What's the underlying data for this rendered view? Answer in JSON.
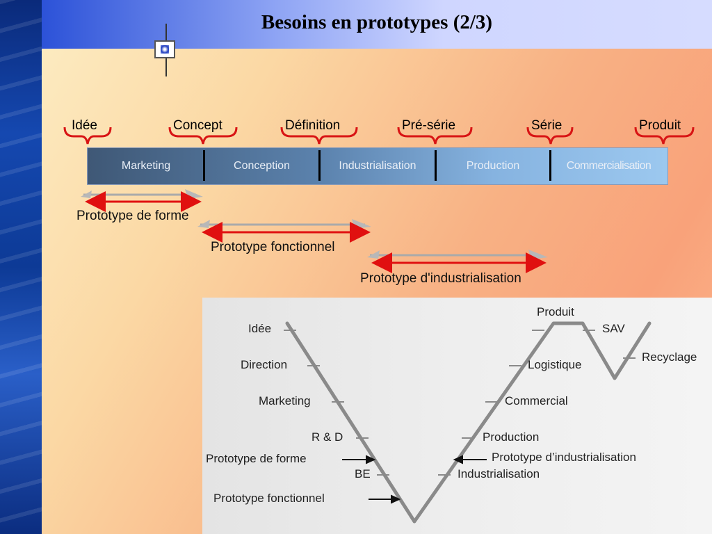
{
  "title": "Besoins en prototypes (2/3)",
  "phases": {
    "idee": "Idée",
    "concept": "Concept",
    "definition": "Définition",
    "preserie": "Pré-série",
    "serie": "Série",
    "produit": "Produit"
  },
  "segments": {
    "marketing": "Marketing",
    "conception": "Conception",
    "industrialisation": "Industrialisation",
    "production": "Production",
    "commercialisation": "Commercialisation"
  },
  "prototypes": {
    "forme": "Prototype de forme",
    "fonctionnel": "Prototype fonctionnel",
    "industrialisation": "Prototype d'industrialisation"
  },
  "v_cycle": {
    "idee": "Idée",
    "direction": "Direction",
    "marketing": "Marketing",
    "rd": "R & D",
    "proto_forme": "Prototype de forme",
    "be": "BE",
    "proto_fonctionnel": "Prototype fonctionnel",
    "produit": "Produit",
    "sav": "SAV",
    "recyclage": "Recyclage",
    "logistique": "Logistique",
    "commercial": "Commercial",
    "production": "Production",
    "proto_industrialisation": "Prototype d’industrialisation",
    "industrialisation": "Industrialisation"
  },
  "colors": {
    "arrow_red": "#e01010",
    "bracket_red": "#d81414",
    "v_line": "#8a8a8a"
  }
}
